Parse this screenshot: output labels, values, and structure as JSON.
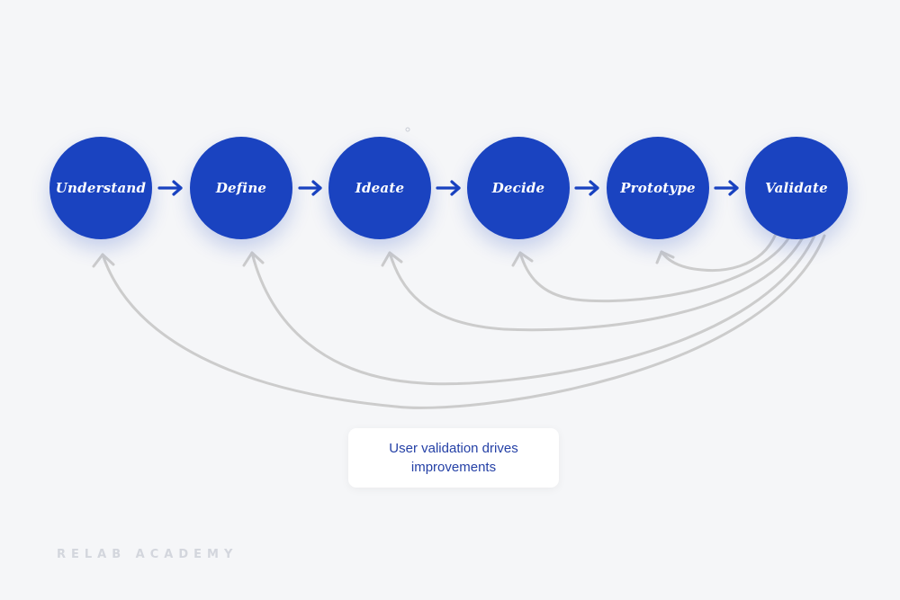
{
  "stages": [
    {
      "label": "Understand"
    },
    {
      "label": "Define"
    },
    {
      "label": "Ideate"
    },
    {
      "label": "Decide"
    },
    {
      "label": "Prototype"
    },
    {
      "label": "Validate"
    }
  ],
  "note": {
    "text": "User validation drives improvements"
  },
  "brand": {
    "text": "RELAB ACADEMY"
  },
  "colors": {
    "stage_fill": "#1a43c0",
    "arrow": "#1a43c0",
    "feedback_line": "#cccccc",
    "note_text": "#2541a6",
    "background": "#f5f6f8"
  }
}
